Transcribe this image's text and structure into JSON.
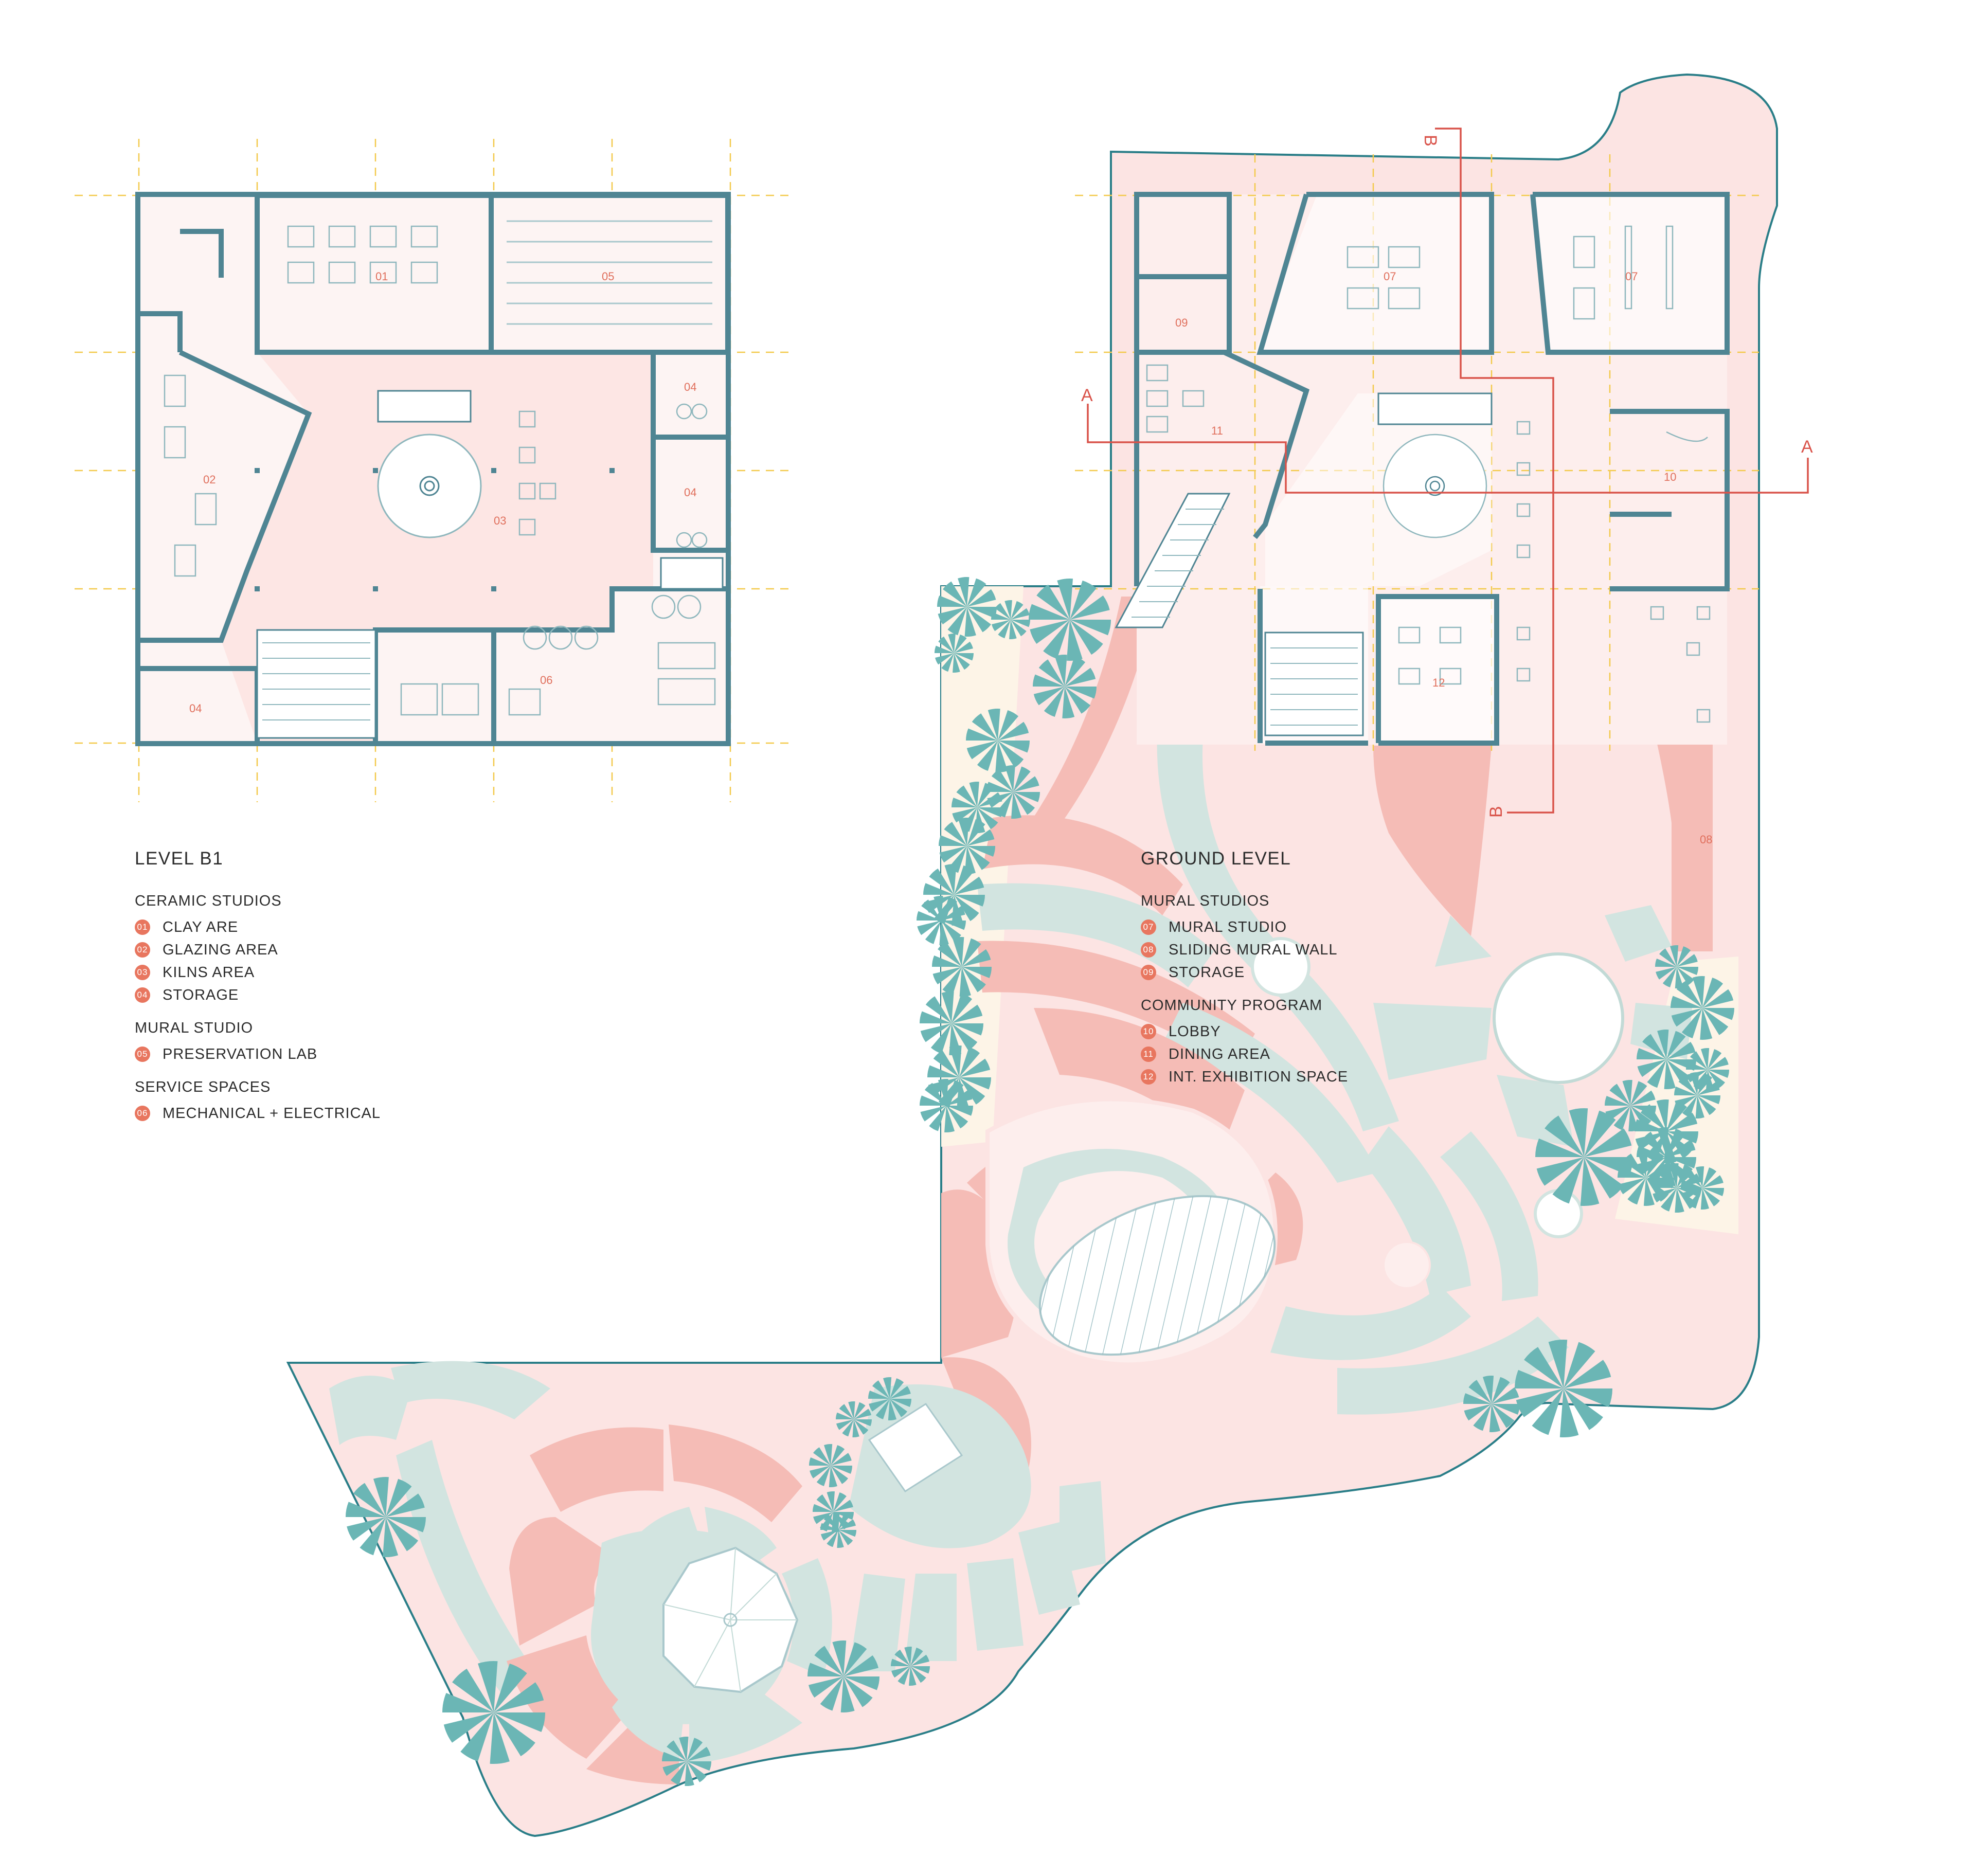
{
  "level_b1": {
    "title": "LEVEL B1",
    "groups": [
      {
        "name": "CERAMIC STUDIOS",
        "items": [
          {
            "num": "01",
            "label": "CLAY ARE"
          },
          {
            "num": "02",
            "label": "GLAZING AREA"
          },
          {
            "num": "03",
            "label": "KILNS AREA"
          },
          {
            "num": "04",
            "label": "STORAGE"
          }
        ]
      },
      {
        "name": "MURAL STUDIO",
        "items": [
          {
            "num": "05",
            "label": "PRESERVATION LAB"
          }
        ]
      },
      {
        "name": "SERVICE SPACES",
        "items": [
          {
            "num": "06",
            "label": "MECHANICAL + ELECTRICAL"
          }
        ]
      }
    ]
  },
  "ground_level": {
    "title": "GROUND LEVEL",
    "groups": [
      {
        "name": "MURAL STUDIOS",
        "items": [
          {
            "num": "07",
            "label": "MURAL STUDIO"
          },
          {
            "num": "08",
            "label": "SLIDING MURAL WALL"
          },
          {
            "num": "09",
            "label": "STORAGE"
          }
        ]
      },
      {
        "name": "COMMUNITY PROGRAM",
        "items": [
          {
            "num": "10",
            "label": "LOBBY"
          },
          {
            "num": "11",
            "label": "DINING AREA"
          },
          {
            "num": "12",
            "label": "INT. EXHIBITION SPACE"
          }
        ]
      }
    ]
  },
  "plan_labels": {
    "b1": {
      "r01": "01",
      "r02": "02",
      "r03": "03",
      "r04a": "04",
      "r04b": "04",
      "r04c": "04",
      "r05": "05",
      "r06": "06"
    },
    "ground": {
      "r07a": "07",
      "r07b": "07",
      "r08": "08",
      "r09": "09",
      "r10": "10",
      "r11": "11",
      "r12": "12"
    }
  },
  "section_marks": {
    "a_left": "A",
    "a_right": "A",
    "b_top": "B",
    "b_bottom": "B"
  },
  "colors": {
    "wall": "#4f8593",
    "room_fill": "#fdeeed",
    "site_fill": "#fce4e3",
    "salmon": "#f5bcb6",
    "mint": "#d2e4e0",
    "tree": "#6bb6b5",
    "grid": "#f3c94b",
    "section_line": "#d9534a",
    "label": "#e06f5c"
  }
}
